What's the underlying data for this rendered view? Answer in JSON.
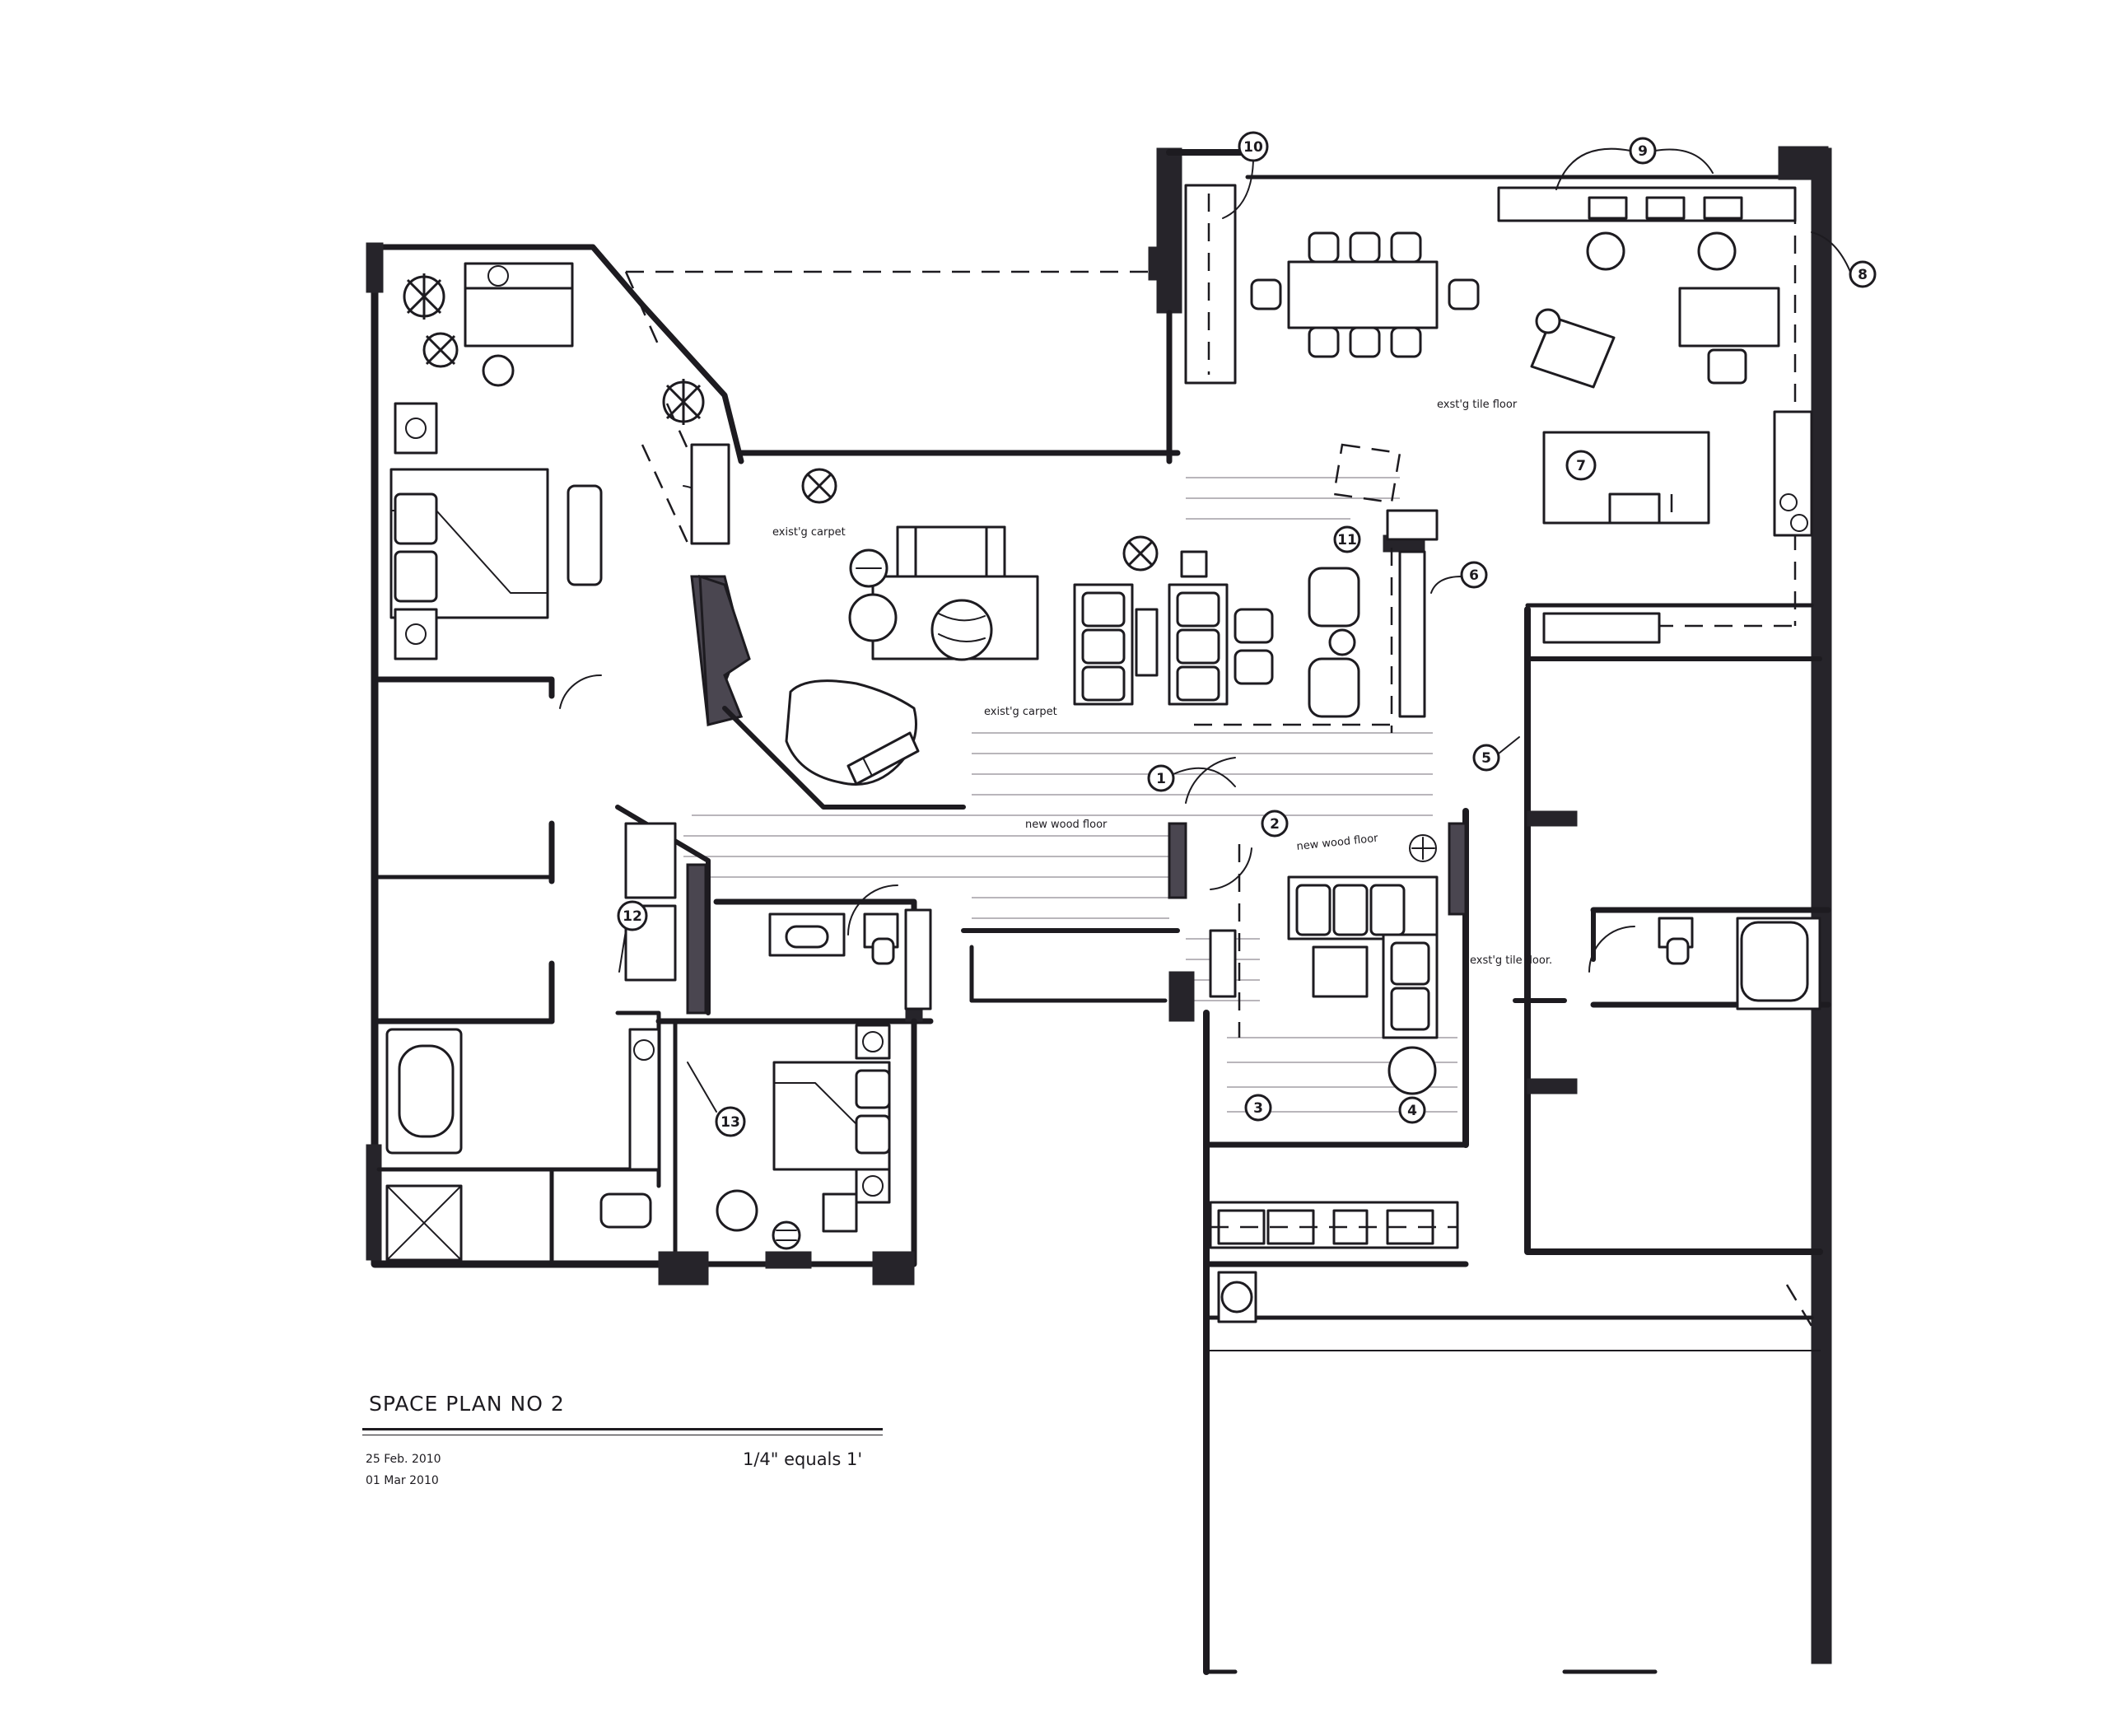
{
  "title": "SPACE PLAN NO 2",
  "dates": [
    "25 Feb. 2010",
    "01 Mar 2010"
  ],
  "scale": "1/4\" equals 1'",
  "floor_labels": {
    "carpet_1": "exist'g carpet",
    "carpet_2": "exist'g carpet",
    "tile_kitchen": "exst'g tile floor",
    "wood_hall": "new wood floor",
    "wood_den": "new wood floor",
    "tile_hall": "exst'g tile floor."
  },
  "callouts": [
    "1",
    "2",
    "3",
    "4",
    "5",
    "6",
    "7",
    "8",
    "9",
    "10",
    "11",
    "12",
    "13"
  ]
}
